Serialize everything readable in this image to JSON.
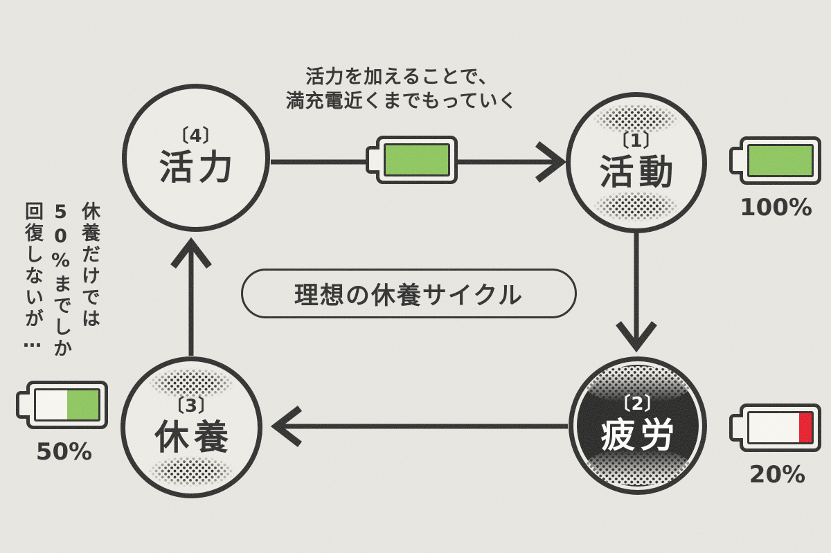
{
  "colors": {
    "ink": "#151515",
    "paper": "#e7e5e0",
    "green": "#7fc04a",
    "red": "#e60012"
  },
  "title_pill": {
    "label": "理想の休養サイクル"
  },
  "top_caption": {
    "line1": "活力を加えることで、",
    "line2": "満充電近くまでもっていく"
  },
  "side_note": {
    "line1": "休養だけでは",
    "line2": "50%までしか",
    "line3": "回復しないが…"
  },
  "nodes": {
    "activity": {
      "order": "〔1〕",
      "label": "活動"
    },
    "fatigue": {
      "order": "〔2〕",
      "label": "疲労"
    },
    "rest": {
      "order": "〔3〕",
      "label": "休養"
    },
    "vitality": {
      "order": "〔4〕",
      "label": "活力"
    }
  },
  "batteries": {
    "transfer": {
      "fill_percent": 100,
      "fill_color": "#7fc04a"
    },
    "activity": {
      "fill_percent": 100,
      "fill_color": "#7fc04a",
      "label": "100%"
    },
    "fatigue": {
      "fill_percent": 20,
      "fill_color": "#e60012",
      "label": "20%"
    },
    "rest": {
      "fill_percent": 50,
      "fill_color": "#7fc04a",
      "label": "50%"
    }
  },
  "arrows": [
    {
      "name": "vitality-to-activity",
      "direction": "right"
    },
    {
      "name": "activity-to-fatigue",
      "direction": "down"
    },
    {
      "name": "fatigue-to-rest",
      "direction": "left"
    },
    {
      "name": "rest-to-vitality",
      "direction": "up"
    }
  ]
}
